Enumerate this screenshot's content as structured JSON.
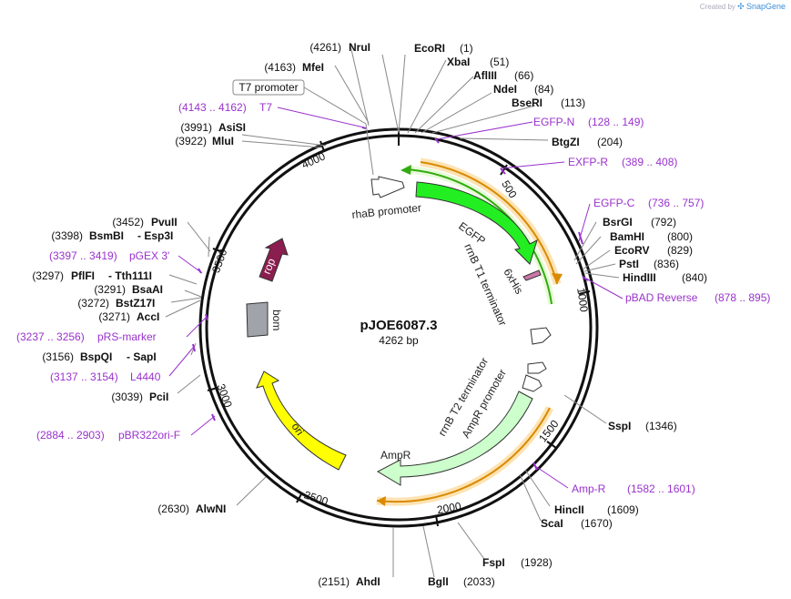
{
  "credit": {
    "prefix": "Created by",
    "brand": "SnapGene"
  },
  "plasmid": {
    "name": "pJOE6087.3",
    "length_label": "4262 bp",
    "length": 4262
  },
  "ticks": [
    "500",
    "1000",
    "1500",
    "2000",
    "2500",
    "3000",
    "3500",
    "4000"
  ],
  "features": {
    "rhab": {
      "label": "rhaB promoter",
      "color": "#ffffff"
    },
    "egfp": {
      "label": "EGFP",
      "color": "#22ee22"
    },
    "sixhis": {
      "label": "6xHis",
      "color": "#cc77aa"
    },
    "rrnb1": {
      "label": "rrnB T1 terminator",
      "color": "#ffffff"
    },
    "rrnb2": {
      "label": "rrnB T2 terminator",
      "color": "#ffffff"
    },
    "ampr_prom": {
      "label": "AmpR promoter",
      "color": "#ffffff"
    },
    "ampr": {
      "label": "AmpR",
      "color": "#ccffcc"
    },
    "ori": {
      "label": "ori",
      "color": "#ffff00"
    },
    "bom": {
      "label": "bom",
      "color": "#a0a4aa"
    },
    "rop": {
      "label": "rop",
      "color": "#8a1e4e"
    },
    "t7promoter": {
      "label": "T7 promoter"
    }
  },
  "sites_right": [
    {
      "name": "EcoRI",
      "pos": "(1)"
    },
    {
      "name": "XbaI",
      "pos": "(51)"
    },
    {
      "name": "AflIII",
      "pos": "(66)"
    },
    {
      "name": "NdeI",
      "pos": "(84)"
    },
    {
      "name": "BseRI",
      "pos": "(113)"
    },
    {
      "name": "BtgZI",
      "pos": "(204)"
    },
    {
      "name": "BsrGI",
      "pos": "(792)"
    },
    {
      "name": "BamHI",
      "pos": "(800)"
    },
    {
      "name": "EcoRV",
      "pos": "(829)"
    },
    {
      "name": "PstI",
      "pos": "(836)"
    },
    {
      "name": "HindIII",
      "pos": "(840)"
    },
    {
      "name": "SspI",
      "pos": "(1346)"
    },
    {
      "name": "HincII",
      "pos": "(1609)"
    },
    {
      "name": "ScaI",
      "pos": "(1670)"
    },
    {
      "name": "FspI",
      "pos": "(1928)"
    },
    {
      "name": "BglI",
      "pos": "(2033)"
    }
  ],
  "sites_left": [
    {
      "name": "NruI",
      "pos": "(4261)"
    },
    {
      "name": "MfeI",
      "pos": "(4163)"
    },
    {
      "name": "AsiSI",
      "pos": "(3991)"
    },
    {
      "name": "MluI",
      "pos": "(3922)"
    },
    {
      "name": "PvuII",
      "pos": "(3452)"
    },
    {
      "name": "BsmBI",
      "pos": "(3398)",
      "extra": "- Esp3I"
    },
    {
      "name": "PflFI",
      "pos": "(3297)",
      "extra": "- Tth111I"
    },
    {
      "name": "BsaAI",
      "pos": "(3291)"
    },
    {
      "name": "BstZ17I",
      "pos": "(3272)"
    },
    {
      "name": "AccI",
      "pos": "(3271)"
    },
    {
      "name": "BspQI",
      "pos": "(3156)",
      "extra": "- SapI"
    },
    {
      "name": "PciI",
      "pos": "(3039)"
    },
    {
      "name": "AlwNI",
      "pos": "(2630)"
    },
    {
      "name": "AhdI",
      "pos": "(2151)"
    }
  ],
  "primers_right": [
    {
      "name": "EGFP-N",
      "range": "(128 .. 149)"
    },
    {
      "name": "EXFP-R",
      "range": "(389 .. 408)"
    },
    {
      "name": "EGFP-C",
      "range": "(736 .. 757)"
    },
    {
      "name": "pBAD Reverse",
      "range": "(878 .. 895)"
    },
    {
      "name": "Amp-R",
      "range": "(1582 .. 1601)"
    }
  ],
  "primers_left": [
    {
      "name": "T7",
      "range": "(4143 .. 4162)"
    },
    {
      "name": "pGEX 3'",
      "range": "(3397 .. 3419)"
    },
    {
      "name": "pRS-marker",
      "range": "(3237 .. 3256)"
    },
    {
      "name": "L4440",
      "range": "(3137 .. 3154)"
    },
    {
      "name": "pBR322ori-F",
      "range": "(2884 .. 2903)"
    }
  ],
  "colors": {
    "backbone": "#111111",
    "primer": "#9932cc",
    "orange": "#f5a000",
    "line": "#888888"
  }
}
